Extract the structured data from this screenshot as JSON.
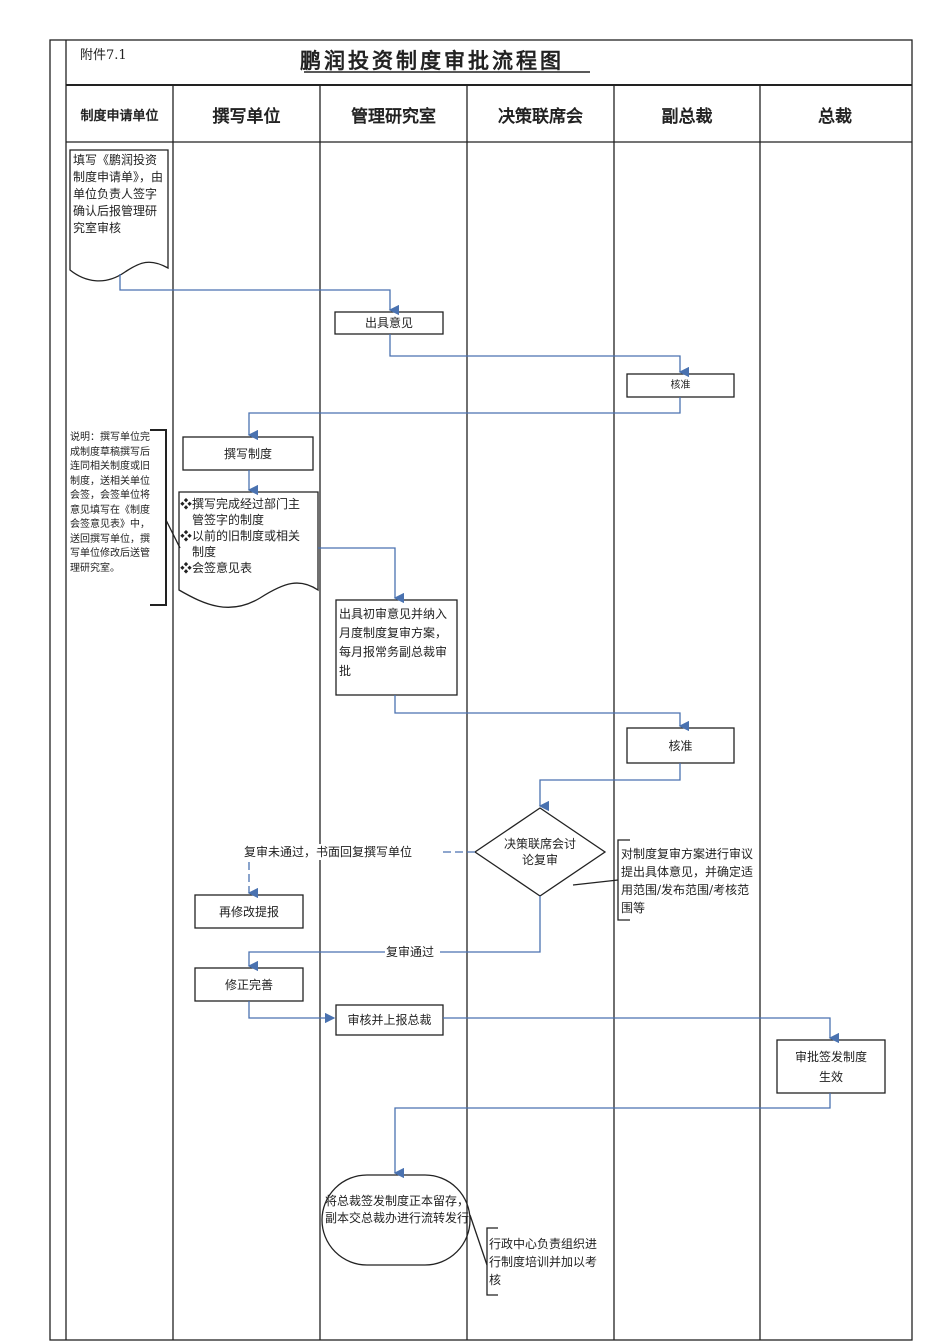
{
  "attachment": "附件7.1",
  "title": "鹏润投资制度审批流程图",
  "lanes": [
    "制度申请单位",
    "撰写单位",
    "管理研究室",
    "决策联席会",
    "副总裁",
    "总裁"
  ],
  "steps": {
    "apply_doc": "填写《鹏润投资制度申请单》，由单位负责人签字确认后报管理研究室审核",
    "opinion": "出具意见",
    "approve1": "核准",
    "draft": "撰写制度",
    "draft_docs": [
      "撰写完成经过部门主管签字的制度",
      "以前的旧制度或相关制度",
      "会签意见表"
    ],
    "note_draft": "说明：撰写单位完成制度草稿撰写后连同相关制度或旧制度，送相关单位会签，会签单位将意见填写在《制度会签意见表》中，送回撰写单位，撰写单位修改后送管理研究室。",
    "prelim": "出具初审意见并纳入月度制度复审方案，每月报常务副总裁审批",
    "approve2": "核准",
    "review": "决策联席会讨论复审",
    "review_note": "对制度复审方案进行审议提出具体意见，并确定适用范围/发布范围/考核范围等",
    "fail_label": "复审未通过，书面回复撰写单位",
    "resubmit": "再修改提报",
    "pass_label": "复审通过",
    "refine": "修正完善",
    "submit": "审核并上报总裁",
    "sign": "审批签发制度生效",
    "archive": "将总裁签发制度正本留存，副本交总裁办进行流转发行",
    "training_note": "行政中心负责组织进行制度培训并加以考核"
  },
  "colors": {
    "arrow": "#4a72b0",
    "line": "#222222"
  }
}
